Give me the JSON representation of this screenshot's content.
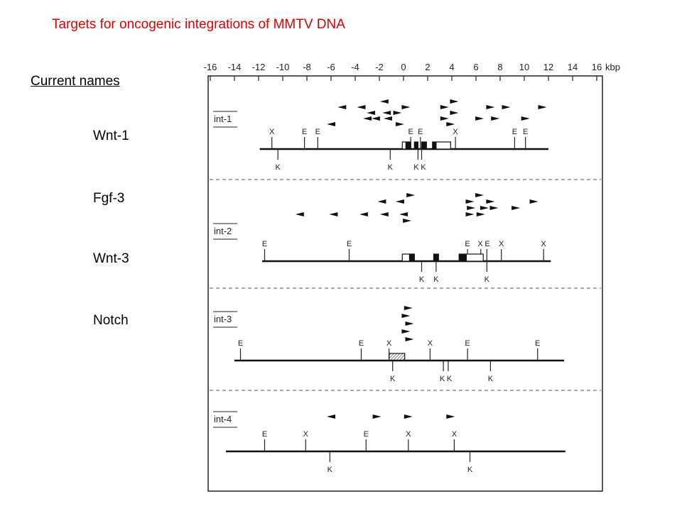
{
  "title": "Targets for oncogenic integrations of MMTV DNA",
  "current_names_header": "Current names",
  "gene_names": [
    "Wnt-1",
    "Fgf-3",
    "Wnt-3",
    "Notch"
  ],
  "axis": {
    "ticks": [
      -16,
      -14,
      -12,
      -10,
      -8,
      -6,
      -4,
      -2,
      0,
      2,
      4,
      6,
      8,
      10,
      12,
      14,
      16
    ],
    "unit": "kbp"
  },
  "loci": [
    {
      "label": "int-1",
      "line": [
        -11.9,
        12.0
      ],
      "sites_above": [
        [
          "X",
          -10.9
        ],
        [
          "E",
          -8.2
        ],
        [
          "E",
          -7.1
        ],
        [
          "E",
          0.6
        ],
        [
          "E",
          1.4
        ],
        [
          "X",
          4.3
        ],
        [
          "E",
          9.2
        ],
        [
          "E",
          10.1
        ]
      ],
      "sites_below": [
        [
          "K",
          -10.4
        ],
        [
          "K",
          -1.1
        ],
        [
          "K",
          1.2
        ],
        [
          "K",
          1.5
        ]
      ],
      "exons": [
        [
          -0.1,
          0.2,
          "open"
        ],
        [
          0.2,
          0.6,
          "filled"
        ],
        [
          0.9,
          1.2,
          "filled"
        ],
        [
          1.5,
          1.9,
          "filled"
        ],
        [
          2.4,
          2.7,
          "filled"
        ],
        [
          2.7,
          3.9,
          "open"
        ]
      ],
      "integrations": [
        [
          -5.1,
          1,
          "L"
        ],
        [
          -3.5,
          1,
          "L"
        ],
        [
          -2.7,
          2,
          "L"
        ],
        [
          -1.6,
          0,
          "L"
        ],
        [
          -1.4,
          2,
          "L"
        ],
        [
          -3.0,
          3,
          "L"
        ],
        [
          -2.3,
          3,
          "L"
        ],
        [
          -1.3,
          3,
          "L"
        ],
        [
          -6.0,
          4,
          "L"
        ],
        [
          0.2,
          1,
          "R"
        ],
        [
          -0.5,
          2,
          "R"
        ],
        [
          -0.3,
          4,
          "R"
        ],
        [
          3.4,
          1,
          "R"
        ],
        [
          4.2,
          0,
          "R"
        ],
        [
          4.2,
          2,
          "R"
        ],
        [
          3.4,
          3,
          "R"
        ],
        [
          3.9,
          4,
          "R"
        ],
        [
          7.2,
          1,
          "R"
        ],
        [
          8.5,
          1,
          "R"
        ],
        [
          11.5,
          1,
          "R"
        ],
        [
          6.3,
          3,
          "R"
        ],
        [
          7.6,
          3,
          "R"
        ],
        [
          10.1,
          3,
          "R"
        ]
      ]
    },
    {
      "label": "int-2",
      "line": [
        -11.7,
        12.2
      ],
      "sites_above": [
        [
          "E",
          -11.5
        ],
        [
          "E",
          -4.5
        ],
        [
          "E",
          5.3
        ],
        [
          "X",
          6.4
        ],
        [
          "E",
          6.9
        ],
        [
          "X",
          8.1
        ],
        [
          "X",
          11.6
        ]
      ],
      "sites_below": [
        [
          "K",
          1.5
        ],
        [
          "K",
          2.7
        ],
        [
          "K",
          6.9
        ]
      ],
      "exons": [
        [
          -0.1,
          0.5,
          "open"
        ],
        [
          0.5,
          0.9,
          "filled"
        ],
        [
          2.5,
          2.9,
          "filled"
        ],
        [
          4.6,
          5.2,
          "filled"
        ],
        [
          5.2,
          6.6,
          "open"
        ]
      ],
      "integrations": [
        [
          -8.6,
          3,
          "L"
        ],
        [
          -5.8,
          3,
          "L"
        ],
        [
          -3.3,
          3,
          "L"
        ],
        [
          -1.6,
          3,
          "L"
        ],
        [
          0.0,
          3,
          "L"
        ],
        [
          -1.8,
          1,
          "L"
        ],
        [
          -0.3,
          1,
          "L"
        ],
        [
          0.6,
          0,
          "R"
        ],
        [
          0.3,
          4,
          "R"
        ],
        [
          5.5,
          1,
          "R"
        ],
        [
          6.3,
          0,
          "R"
        ],
        [
          7.2,
          1,
          "R"
        ],
        [
          5.6,
          2,
          "R"
        ],
        [
          6.7,
          2,
          "R"
        ],
        [
          5.5,
          3,
          "R"
        ],
        [
          6.4,
          3,
          "R"
        ],
        [
          7.5,
          2,
          "R"
        ],
        [
          9.3,
          2,
          "R"
        ],
        [
          10.8,
          1,
          "R"
        ]
      ]
    },
    {
      "label": "int-3",
      "line": [
        -14.0,
        13.3
      ],
      "sites_above": [
        [
          "E",
          -13.5
        ],
        [
          "E",
          -3.5
        ],
        [
          "X",
          -1.2
        ],
        [
          "X",
          2.2
        ],
        [
          "E",
          5.3
        ],
        [
          "E",
          11.1
        ]
      ],
      "sites_below": [
        [
          "K",
          -0.9
        ],
        [
          "K",
          3.3
        ],
        [
          "K",
          3.7
        ],
        [
          "K",
          7.2
        ]
      ],
      "exons": [
        [
          -1.2,
          0.1,
          "hatched"
        ]
      ],
      "integrations": [
        [
          0.4,
          0,
          "R"
        ],
        [
          0.2,
          1,
          "R"
        ],
        [
          0.5,
          2,
          "R"
        ],
        [
          0.2,
          3,
          "R"
        ],
        [
          0.5,
          4,
          "R"
        ]
      ]
    },
    {
      "label": "int-4",
      "line": [
        -14.7,
        13.4
      ],
      "sites_above": [
        [
          "E",
          -11.5
        ],
        [
          "X",
          -8.1
        ],
        [
          "E",
          -3.1
        ],
        [
          "X",
          0.4
        ],
        [
          "X",
          4.2
        ]
      ],
      "sites_below": [
        [
          "K",
          -6.1
        ],
        [
          "K",
          5.5
        ]
      ],
      "exons": [],
      "integrations": [
        [
          -6.0,
          0,
          "L"
        ],
        [
          -2.2,
          0,
          "R"
        ],
        [
          0.4,
          0,
          "R"
        ],
        [
          3.9,
          0,
          "R"
        ]
      ]
    }
  ]
}
